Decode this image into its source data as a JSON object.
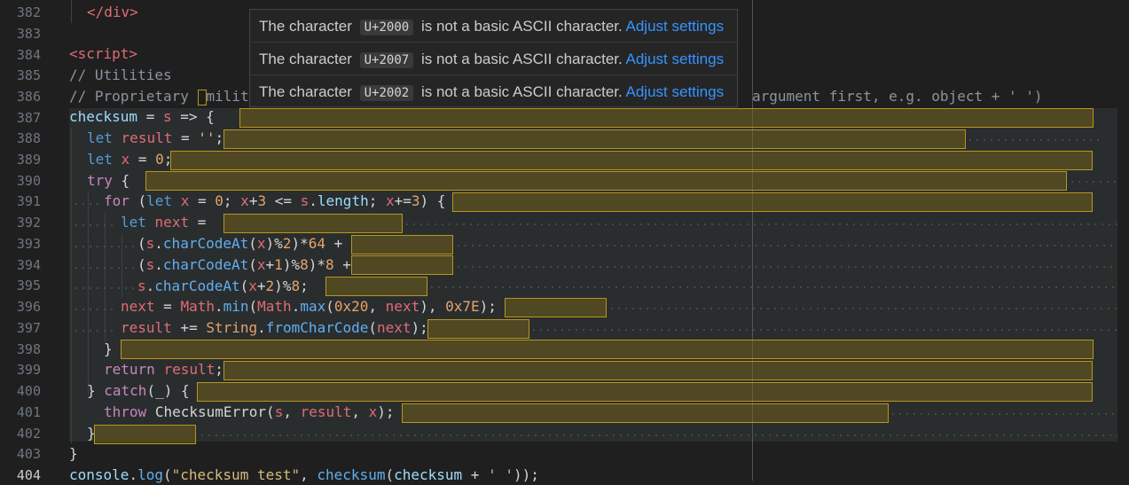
{
  "gutter": {
    "lines": [
      "382",
      "383",
      "384",
      "385",
      "386",
      "387",
      "388",
      "389",
      "390",
      "391",
      "392",
      "393",
      "394",
      "395",
      "396",
      "397",
      "398",
      "399",
      "400",
      "401",
      "402",
      "403",
      "404"
    ],
    "active_line": "404"
  },
  "code": {
    "l382": "</div>",
    "l384": "<script>",
    "l385": "// Utilities",
    "l386a": "// Proprietary ",
    "l386b": "milit",
    "l386c": "argument first, e.g. object + ' ')",
    "l387": [
      "checksum",
      " = ",
      "s",
      " => {"
    ],
    "l388": [
      "let",
      "result",
      " = ",
      "''",
      ";"
    ],
    "l389": [
      "let",
      "x",
      " = ",
      "0",
      ";"
    ],
    "l390": [
      "try",
      " {"
    ],
    "l391": [
      "for",
      " (",
      "let",
      "x",
      " = ",
      "0",
      "; ",
      "x",
      "+",
      "3",
      " <= ",
      "s",
      ".",
      "length",
      "; ",
      "x",
      "+=",
      "3",
      ") {"
    ],
    "l392": [
      "let",
      "next",
      " = "
    ],
    "l393": [
      "(",
      "s",
      ".",
      "charCodeAt",
      "(",
      "x",
      ")%",
      "2",
      ")*",
      "64",
      " +"
    ],
    "l394": [
      "(",
      "s",
      ".",
      "charCodeAt",
      "(",
      "x",
      "+",
      "1",
      ")%",
      "8",
      ")*",
      "8",
      " +"
    ],
    "l395": [
      "s",
      ".",
      "charCodeAt",
      "(",
      "x",
      "+",
      "2",
      ")%",
      "8",
      ";"
    ],
    "l396": [
      "next",
      " = ",
      "Math",
      ".",
      "min",
      "(",
      "Math",
      ".",
      "max",
      "(",
      "0x20",
      ", ",
      "next",
      "), ",
      "0x7E",
      ");"
    ],
    "l397": [
      "result",
      " += ",
      "String",
      ".",
      "fromCharCode",
      "(",
      "next",
      ");"
    ],
    "l398": "}",
    "l399": [
      "return",
      "result",
      ";"
    ],
    "l400": [
      "} ",
      "catch",
      "(_) {"
    ],
    "l401": [
      "throw",
      "ChecksumError",
      "(",
      "s",
      ", ",
      "result",
      ", ",
      "x",
      ");"
    ],
    "l402": "}",
    "l403": "}",
    "l404": [
      "console",
      ".",
      "log",
      "(",
      "\"checksum test\"",
      ", ",
      "checksum",
      "(",
      "checksum",
      " + ",
      "' '",
      "));"
    ]
  },
  "hover": {
    "rows": [
      {
        "prefix": "The character",
        "code": "U+2000",
        "suffix": "is not a basic ASCII character.",
        "link": "Adjust settings"
      },
      {
        "prefix": "The character",
        "code": "U+2007",
        "suffix": "is not a basic ASCII character.",
        "link": "Adjust settings"
      },
      {
        "prefix": "The character",
        "code": "U+2002",
        "suffix": "is not a basic ASCII character.",
        "link": "Adjust settings"
      }
    ]
  },
  "colors": {
    "background": "#1f1f1f",
    "highlight_border": "#b8961f",
    "link": "#3794ff"
  }
}
